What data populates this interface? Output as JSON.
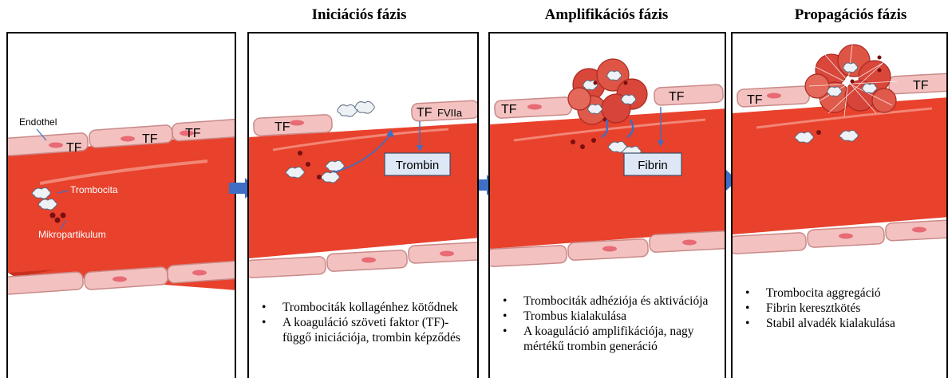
{
  "phases": {
    "initiation": "Iniciációs fázis",
    "amplification": "Amplifikációs fázis",
    "propagation": "Propagációs fázis"
  },
  "labels": {
    "endothel": "Endothel",
    "tf": "TF",
    "fviia": "FVIIa",
    "trombocita": "Trombocita",
    "mikropartikulum": "Mikropartikulum",
    "trombin": "Trombin",
    "fibrin": "Fibrin"
  },
  "bullets": {
    "initiation": [
      "Trombociták kollagénhez kötődnek",
      "A koaguláció szöveti faktor (TF)- függő iniciációja, trombin képződés"
    ],
    "amplification": [
      "Trombociták adhéziója és aktivációja",
      "Trombus kialakulása",
      "A koaguláció amplifikációja, nagy mértékű trombin generáció"
    ],
    "propagation": [
      "Trombocita aggregáció",
      "Fibrin keresztkötés",
      "Stabil alvadék kialakulása"
    ]
  },
  "colors": {
    "vessel": "#e8412c",
    "vessel_dark": "#c9301e",
    "endothel": "#f3c2c0",
    "endothel_border": "#c98a88",
    "nucleus": "#e86a75",
    "arrow": "#3e6fc4",
    "rbc": "#d9463a",
    "particle": "#7a0f10"
  }
}
